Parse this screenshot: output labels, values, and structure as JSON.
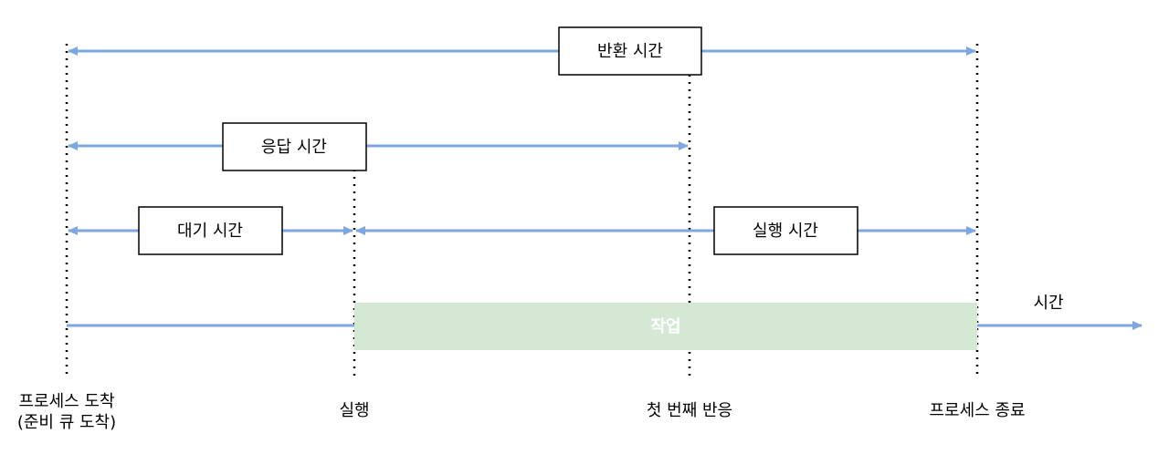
{
  "spans": {
    "turnaround": "반환 시간",
    "response": "응답 시간",
    "waiting": "대기 시간",
    "execution": "실행 시간"
  },
  "timeline": {
    "axis_label": "시간",
    "work_label": "작업"
  },
  "events": {
    "arrival_line1": "프로세스 도착",
    "arrival_line2": "(준비 큐 도착)",
    "run": "실행",
    "first_response": "첫 번째 반응",
    "termination": "프로세스 종료"
  },
  "colors": {
    "arrow": "#7ea6e0",
    "work_fill": "#d5e8d4",
    "work_text": "#ffffff"
  }
}
